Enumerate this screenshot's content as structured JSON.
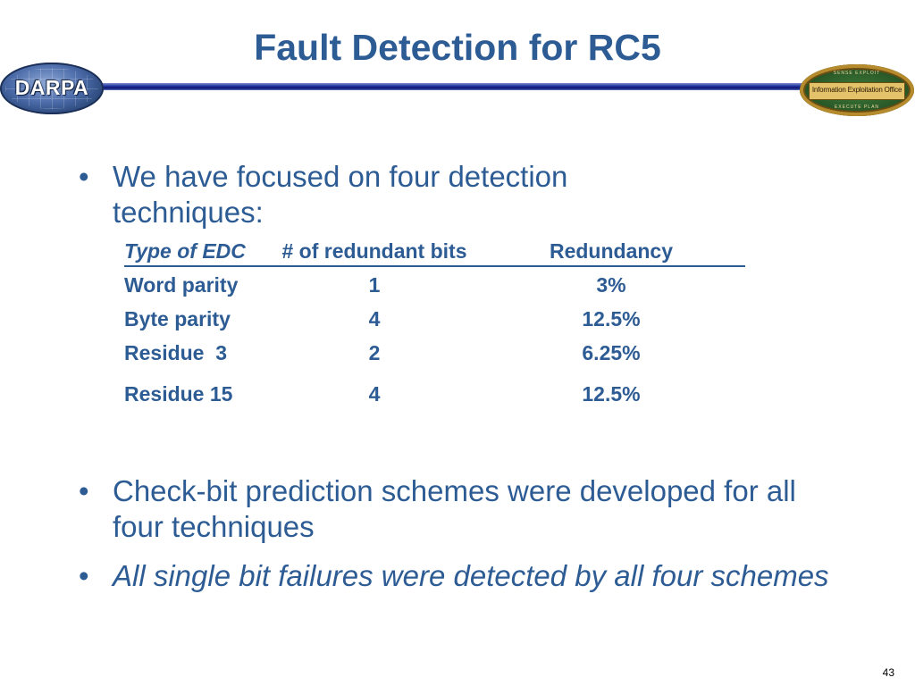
{
  "title": "Fault Detection for RC5",
  "logos": {
    "left": "DARPA",
    "right": "Information Exploitation Office",
    "right_ring_top": "SENSE  EXPLOIT",
    "right_ring_bottom": "EXECUTE  PLAN"
  },
  "bullets": [
    {
      "symbol": "•",
      "text": "We have focused on four detection techniques:",
      "style": "normal"
    },
    {
      "symbol": "•",
      "text": "Check-bit prediction schemes were developed for all four techniques",
      "style": "normal"
    },
    {
      "symbol": "•",
      "text": "All single bit failures were detected by all four schemes",
      "style": "italic"
    }
  ],
  "edc_table": {
    "headers": [
      "Type of EDC",
      "# of redundant bits",
      "Redundancy"
    ],
    "rows": [
      [
        "Word parity",
        "1",
        "3%"
      ],
      [
        "Byte parity",
        "4",
        "12.5%"
      ],
      [
        "Residue  3",
        "2",
        "6.25%"
      ],
      [
        "Residue 15",
        "4",
        "12.5%"
      ]
    ]
  },
  "page_number": "43",
  "colors": {
    "text": "#2d5c95",
    "rule": "#1f2f9a",
    "background": "#ffffff"
  }
}
